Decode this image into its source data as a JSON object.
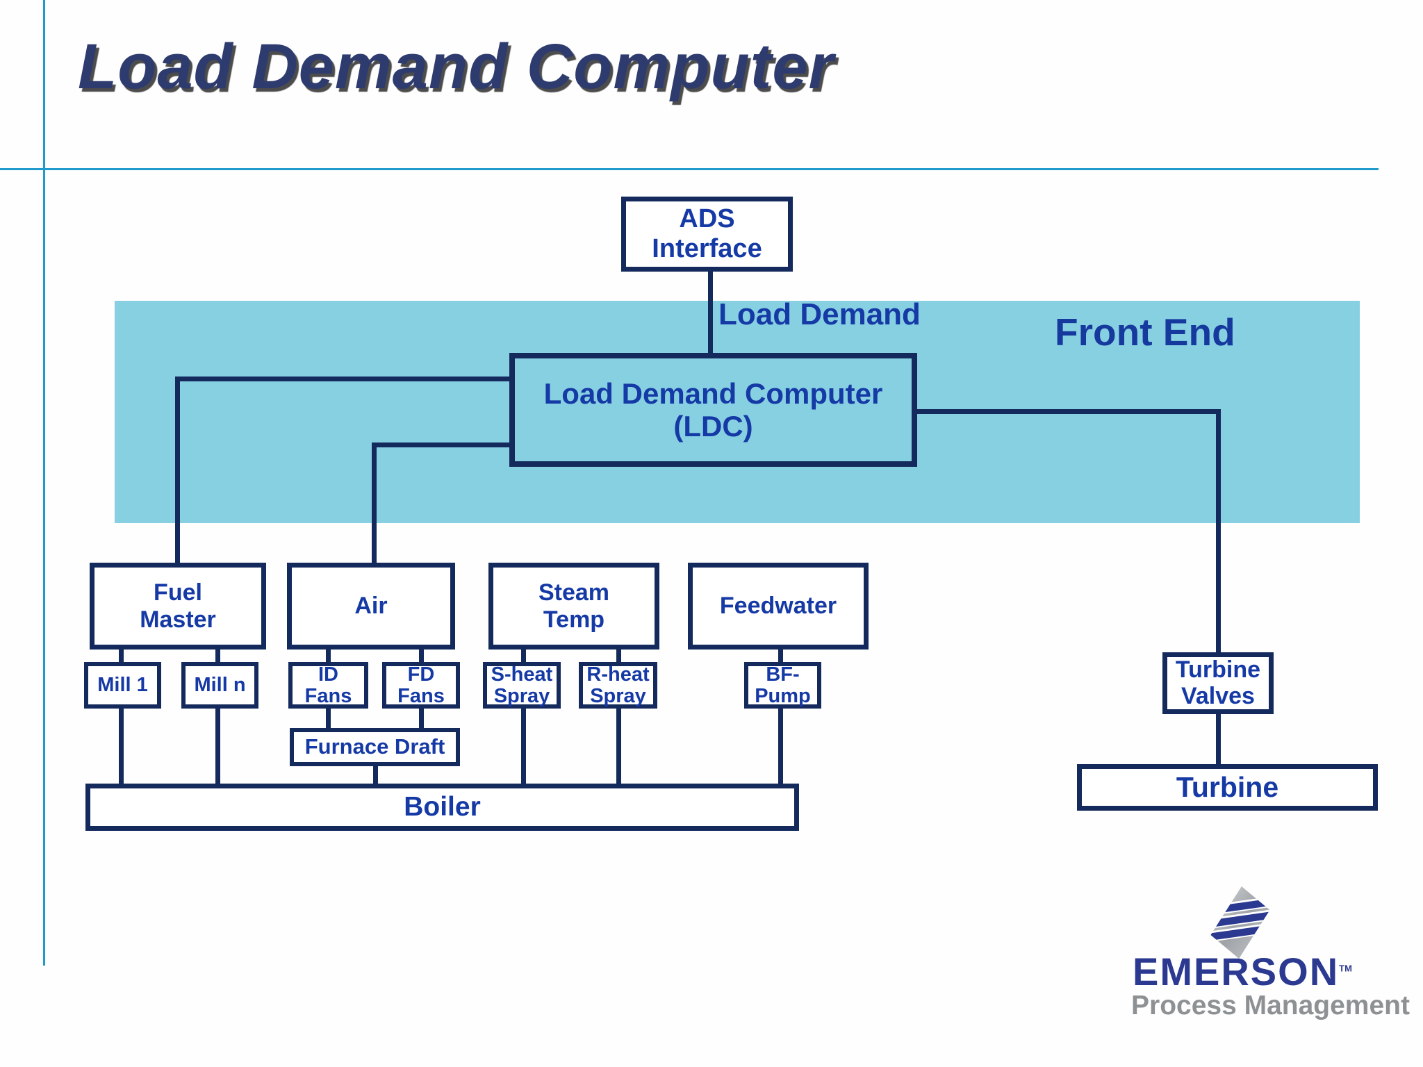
{
  "slide": {
    "title": "Load Demand Computer"
  },
  "front_end": {
    "band_label": "Front End",
    "connector_label": "Load Demand"
  },
  "nodes": {
    "ads": {
      "line1": "ADS",
      "line2": "Interface"
    },
    "ldc": {
      "line1": "Load Demand Computer",
      "line2": "(LDC)"
    },
    "fuel_master": {
      "line1": "Fuel",
      "line2": "Master"
    },
    "air": {
      "line1": "Air"
    },
    "steam_temp": {
      "line1": "Steam",
      "line2": "Temp"
    },
    "feedwater": {
      "line1": "Feedwater"
    },
    "mill_1": {
      "line1": "Mill 1"
    },
    "mill_n": {
      "line1": "Mill n"
    },
    "id_fans": {
      "line1": "ID",
      "line2": "Fans"
    },
    "fd_fans": {
      "line1": "FD",
      "line2": "Fans"
    },
    "s_heat_spray": {
      "line1": "S-heat",
      "line2": "Spray"
    },
    "r_heat_spray": {
      "line1": "R-heat",
      "line2": "Spray"
    },
    "bf_pump": {
      "line1": "BF-",
      "line2": "Pump"
    },
    "turbine_valves": {
      "line1": "Turbine",
      "line2": "Valves"
    },
    "furnace_draft": {
      "line1": "Furnace Draft"
    },
    "boiler": {
      "line1": "Boiler"
    },
    "turbine": {
      "line1": "Turbine"
    }
  },
  "logo": {
    "brand": "EMERSON",
    "tm": "TM",
    "tagline": "Process Management"
  },
  "colors": {
    "box_border_navy": "#142a5c",
    "box_text_blue": "#1539a5",
    "front_end_band": "#87d0e2",
    "slide_rule_cyan": "#1e9bcb",
    "title_navy": "#2e3b6e",
    "logo_blue": "#2b3990",
    "logo_gray": "#8e9194"
  }
}
